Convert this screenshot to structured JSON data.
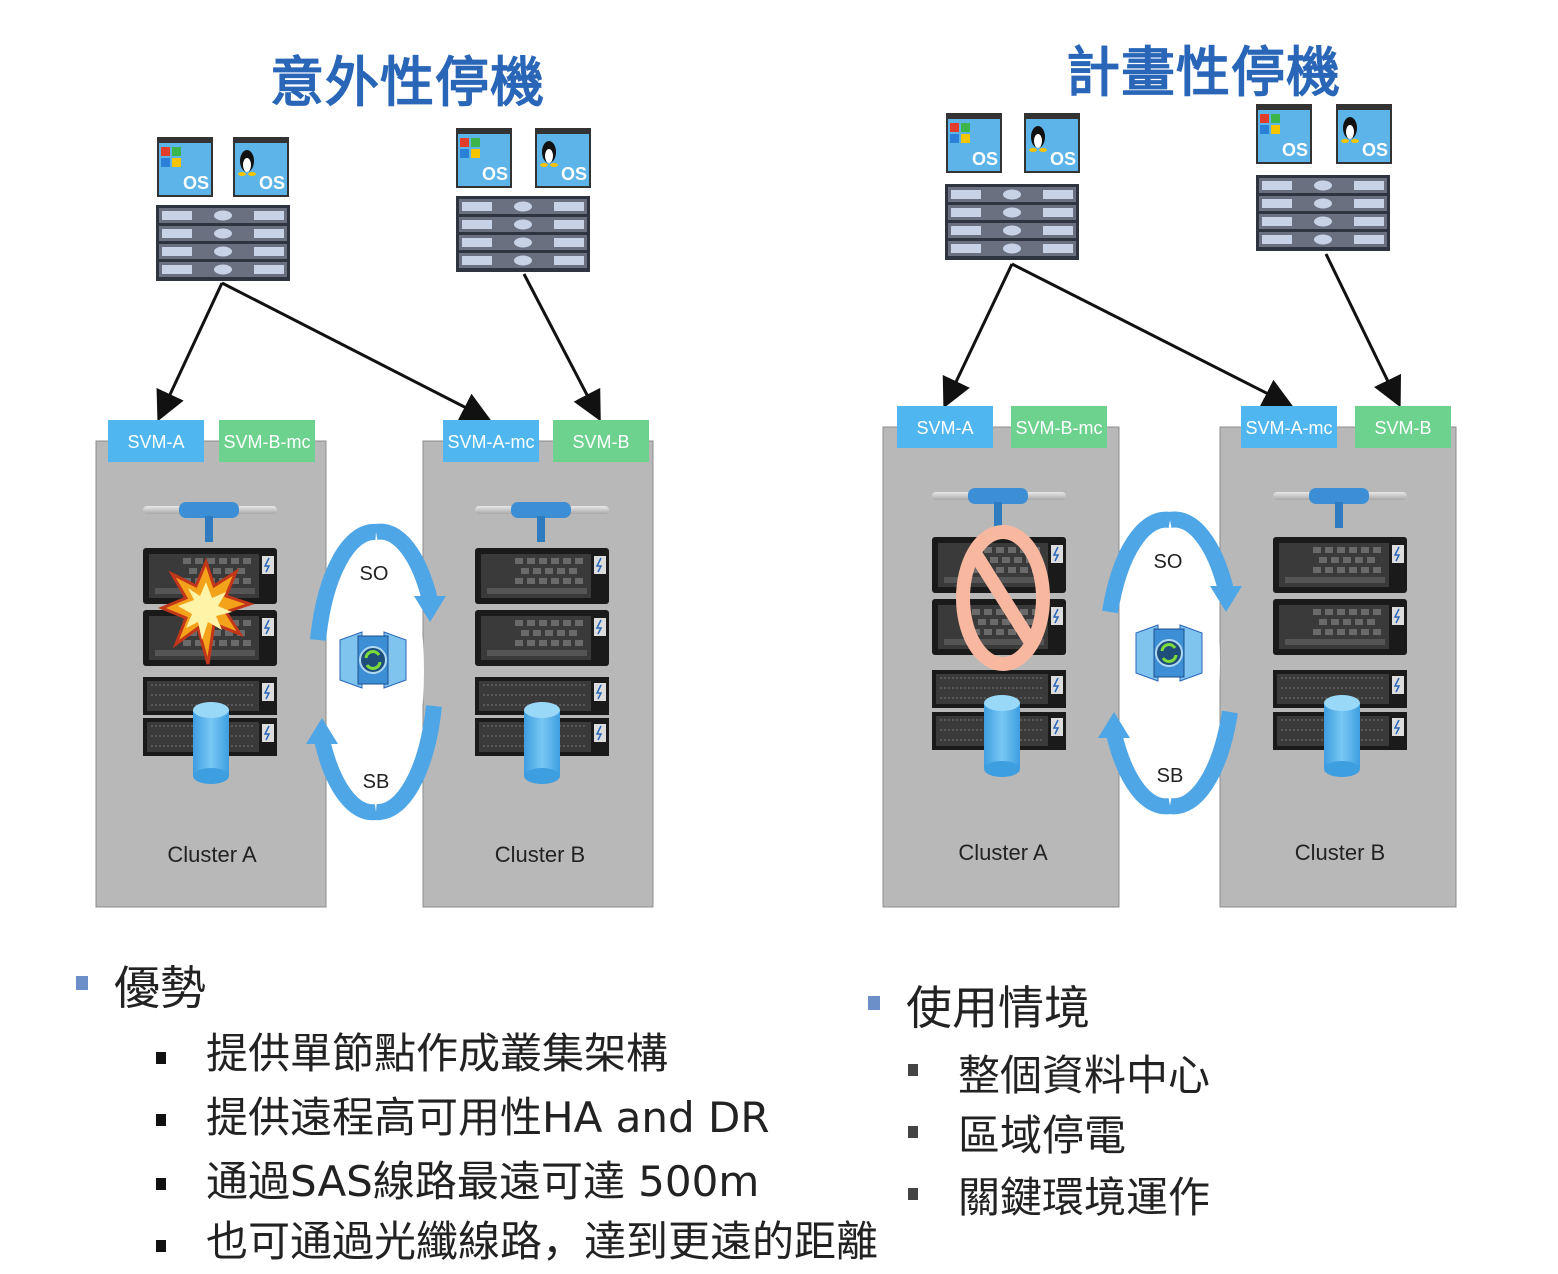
{
  "left": {
    "title": "意外性停機",
    "svm_labels": [
      "SVM-A",
      "SVM-B-mc",
      "SVM-A-mc",
      "SVM-B"
    ],
    "clusters": [
      "Cluster A",
      "Cluster B"
    ],
    "so": "SO",
    "sb": "SB",
    "heading": "優勢",
    "items": [
      "提供單節點作成叢集架構",
      "提供遠程高可用性HA and DR",
      "通過SAS線路最遠可達 500m",
      "也可通過光纖線路，達到更遠的距離"
    ]
  },
  "right": {
    "title": "計畫性停機",
    "svm_labels": [
      "SVM-A",
      "SVM-B-mc",
      "SVM-A-mc",
      "SVM-B"
    ],
    "clusters": [
      "Cluster A",
      "Cluster B"
    ],
    "so": "SO",
    "sb": "SB",
    "heading": "使用情境",
    "items": [
      "整個資料中心",
      "區域停電",
      "關鍵環境運作"
    ]
  },
  "os_label": "OS",
  "icons": [
    "windows-os-icon",
    "linux-os-icon",
    "server-icon",
    "storage-controller-icon",
    "disk-shelf-icon",
    "database-cylinder-icon",
    "explosion-icon",
    "prohibited-icon",
    "sync-icon"
  ],
  "colors": {
    "title": "#2a66b8",
    "svm_blue": "#4fb6ef",
    "svm_green": "#6cd28e",
    "cluster_box": "#b8b8b8",
    "arc_blue": "#4ea6e6",
    "prohibit": "#f8b8a0"
  }
}
